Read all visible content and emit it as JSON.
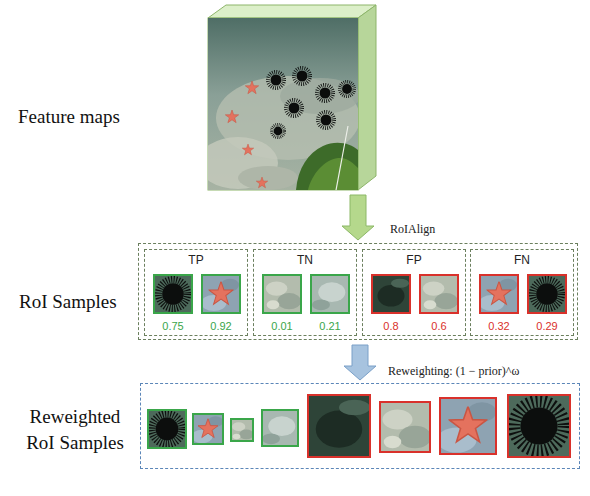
{
  "diagram": {
    "nodes": [
      {
        "text": [
          "Feature maps"
        ]
      },
      {
        "text": [
          "RoI Samples"
        ]
      },
      {
        "text": [
          "TP"
        ],
        "in": 1
      },
      {
        "text": [
          "0.75"
        ],
        "in": 2
      },
      {
        "text": [
          "0.92"
        ],
        "in": 2
      },
      {
        "text": [
          "TN"
        ],
        "in": 1
      },
      {
        "text": [
          "0.01"
        ],
        "in": 5
      },
      {
        "text": [
          "0.21"
        ],
        "in": 5
      },
      {
        "text": [
          "FP"
        ],
        "in": 1
      },
      {
        "text": [
          "0.8"
        ],
        "in": 8
      },
      {
        "text": [
          "0.6"
        ],
        "in": 8
      },
      {
        "text": [
          "FN"
        ],
        "in": 1
      },
      {
        "text": [
          "0.32"
        ],
        "in": 11
      },
      {
        "text": [
          "0.29"
        ],
        "in": 11
      },
      {
        "text": [
          "Reweighted RoI Samples"
        ]
      }
    ],
    "edges": [
      {
        "from": 0,
        "to": 1,
        "arrow": "to",
        "label": "RoIAlign"
      },
      {
        "from": 1,
        "to": 14,
        "arrow": "to",
        "label": "Reweighting: (1 − prior)^ω"
      }
    ]
  }
}
